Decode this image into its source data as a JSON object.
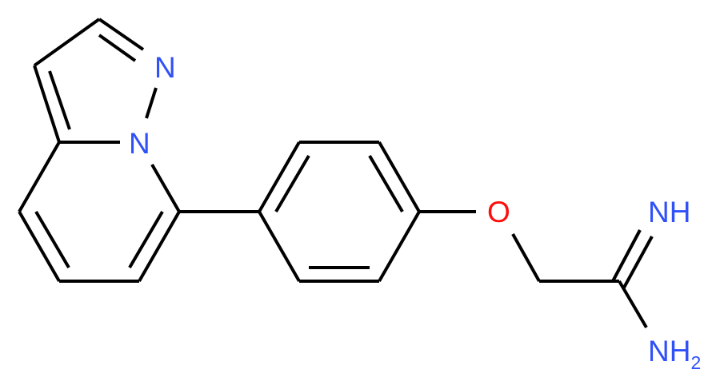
{
  "molecule": {
    "atoms": {
      "n_pyrazole": {
        "label": "N",
        "color": "#3050F8"
      },
      "n_bridge": {
        "label": "N",
        "color": "#3050F8"
      },
      "o_ether": {
        "label": "O",
        "color": "#FF0D0D"
      },
      "nh_imine": {
        "label": "NH",
        "color": "#3050F8"
      },
      "nh2_amine": {
        "label": "NH",
        "subscript": "2",
        "color": "#3050F8"
      }
    },
    "bond_color": "#000000"
  }
}
